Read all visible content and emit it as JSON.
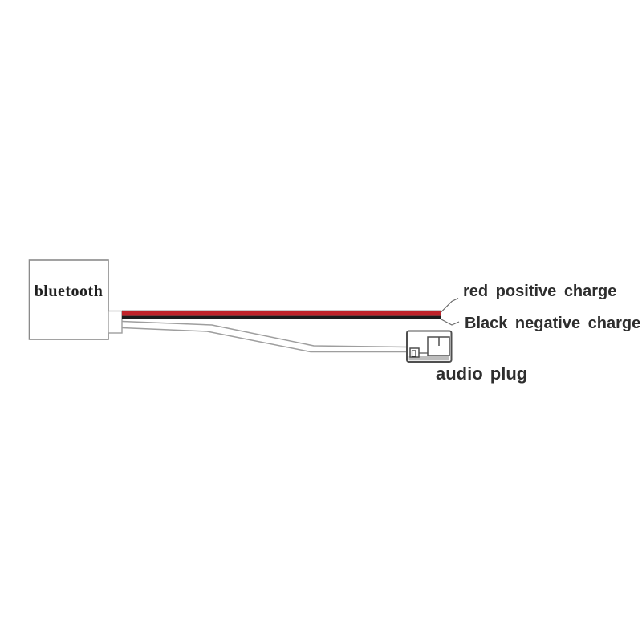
{
  "diagram": {
    "module": {
      "label": "bluetooth"
    },
    "annotations": {
      "red_wire_label": "red positive charge",
      "black_wire_label": "Black negative charge",
      "audio_plug_label": "audio plug"
    },
    "colors": {
      "background": "#ffffff",
      "red_wire": "#c0232a",
      "black_wire": "#1c1c1c",
      "wire_top_edge": "#2b2b2b",
      "cable_outline": "#9e9e9e",
      "module_border": "#8a8a8a",
      "plug_border": "#4f4f4f",
      "plug_inner_mark": "#333333",
      "plug_shading": "#bdbdbd",
      "leader_line": "#6a6a6a",
      "label_text": "#2e2e2e"
    }
  }
}
